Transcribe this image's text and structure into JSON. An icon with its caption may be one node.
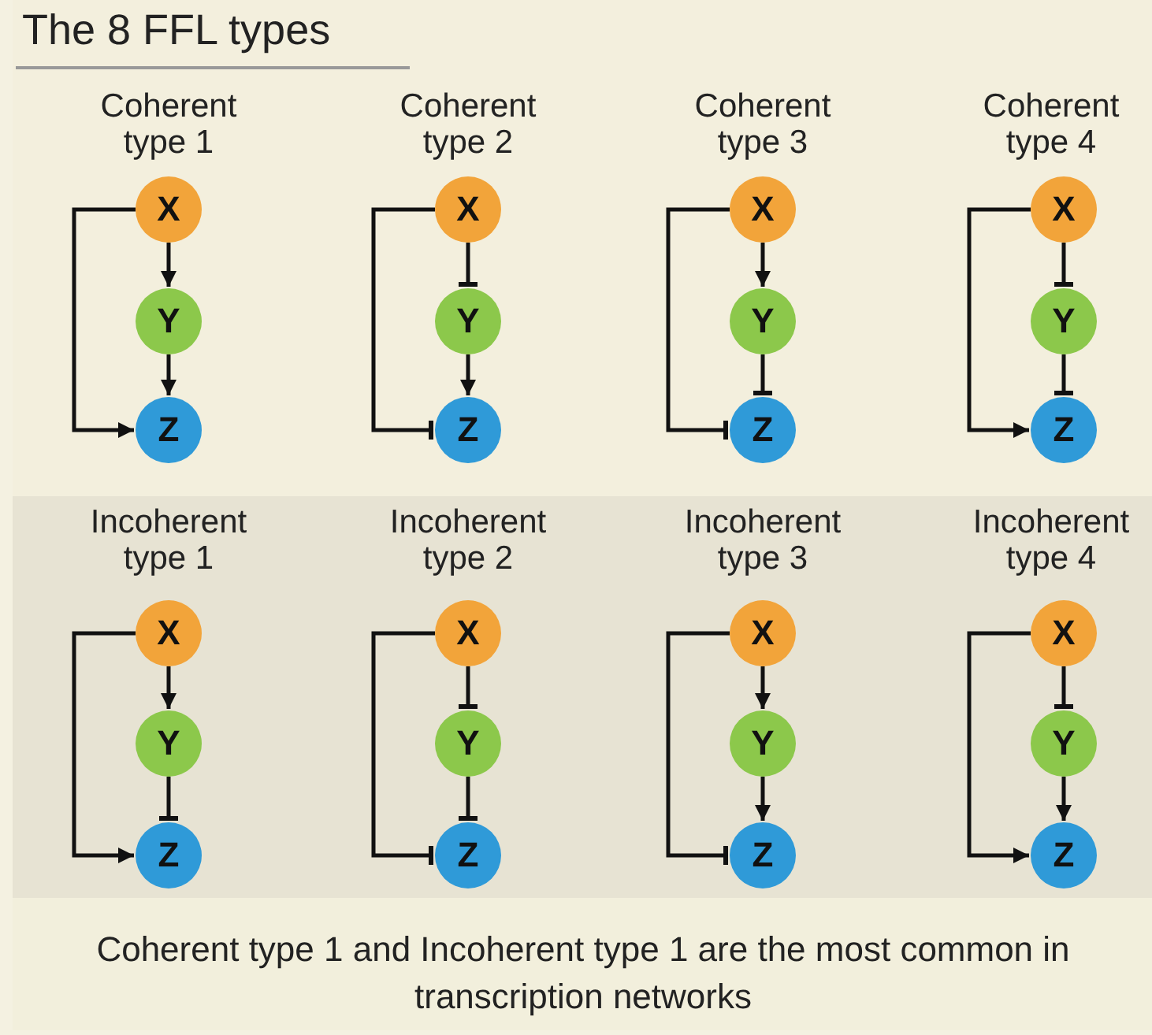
{
  "diagram": {
    "title": "The 8 FFL types",
    "caption": "Coherent type 1 and Incoherent type 1 are the most common in transcription networks",
    "labels": [
      "Coherent type 1",
      "Coherent type 2",
      "Coherent type 3",
      "Coherent type 4",
      "Incoherent type 1",
      "Incoherent type 2",
      "Incoherent type 3",
      "Incoherent type 4"
    ],
    "nodes": [
      {
        "text": [
          "X"
        ]
      },
      {
        "text": [
          "Y"
        ]
      },
      {
        "text": [
          "Z"
        ]
      },
      {
        "text": [
          "X"
        ]
      },
      {
        "text": [
          "Y"
        ]
      },
      {
        "text": [
          "Z"
        ]
      },
      {
        "text": [
          "X"
        ]
      },
      {
        "text": [
          "Y"
        ]
      },
      {
        "text": [
          "Z"
        ]
      },
      {
        "text": [
          "X"
        ]
      },
      {
        "text": [
          "Y"
        ]
      },
      {
        "text": [
          "Z"
        ]
      },
      {
        "text": [
          "X"
        ]
      },
      {
        "text": [
          "Y"
        ]
      },
      {
        "text": [
          "Z"
        ]
      },
      {
        "text": [
          "X"
        ]
      },
      {
        "text": [
          "Y"
        ]
      },
      {
        "text": [
          "Z"
        ]
      },
      {
        "text": [
          "X"
        ]
      },
      {
        "text": [
          "Y"
        ]
      },
      {
        "text": [
          "Z"
        ]
      },
      {
        "text": [
          "X"
        ]
      },
      {
        "text": [
          "Y"
        ]
      },
      {
        "text": [
          "Z"
        ]
      }
    ],
    "edges": [
      {
        "from": 0,
        "to": 1,
        "arrow": "to"
      },
      {
        "from": 1,
        "to": 2,
        "arrow": "to"
      },
      {
        "from": 0,
        "to": 2,
        "arrow": "to"
      },
      {
        "from": 3,
        "to": 4,
        "arrow": "other"
      },
      {
        "from": 4,
        "to": 5,
        "arrow": "to"
      },
      {
        "from": 3,
        "to": 5,
        "arrow": "other"
      },
      {
        "from": 6,
        "to": 7,
        "arrow": "to"
      },
      {
        "from": 7,
        "to": 8,
        "arrow": "other"
      },
      {
        "from": 6,
        "to": 8,
        "arrow": "other"
      },
      {
        "from": 9,
        "to": 10,
        "arrow": "other"
      },
      {
        "from": 10,
        "to": 11,
        "arrow": "other"
      },
      {
        "from": 9,
        "to": 11,
        "arrow": "to"
      },
      {
        "from": 12,
        "to": 13,
        "arrow": "to"
      },
      {
        "from": 13,
        "to": 14,
        "arrow": "other"
      },
      {
        "from": 12,
        "to": 14,
        "arrow": "to"
      },
      {
        "from": 15,
        "to": 16,
        "arrow": "other"
      },
      {
        "from": 16,
        "to": 17,
        "arrow": "other"
      },
      {
        "from": 15,
        "to": 17,
        "arrow": "other"
      },
      {
        "from": 18,
        "to": 19,
        "arrow": "to"
      },
      {
        "from": 19,
        "to": 20,
        "arrow": "to"
      },
      {
        "from": 18,
        "to": 20,
        "arrow": "other"
      },
      {
        "from": 21,
        "to": 22,
        "arrow": "other"
      },
      {
        "from": 22,
        "to": 23,
        "arrow": "to"
      },
      {
        "from": 21,
        "to": 23,
        "arrow": "to"
      }
    ]
  }
}
